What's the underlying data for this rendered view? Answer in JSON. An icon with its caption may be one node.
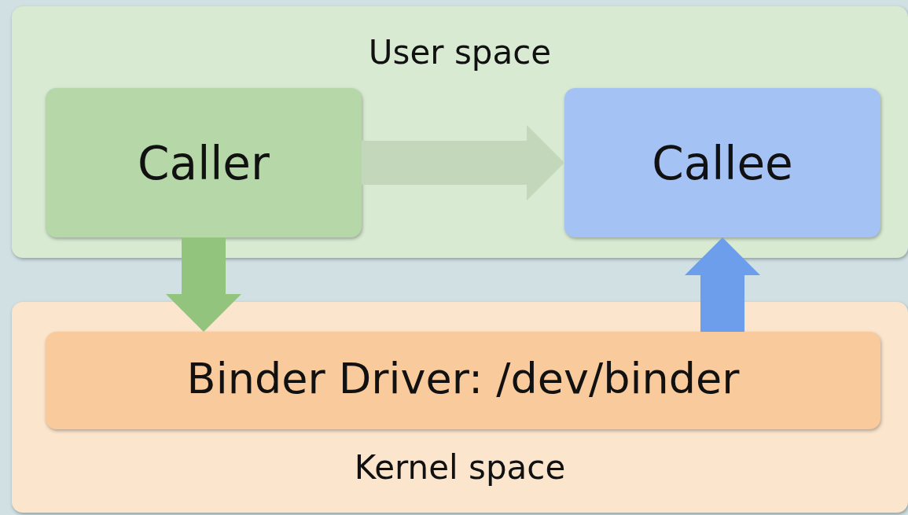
{
  "diagram": {
    "nodes": [
      {
        "text": [
          "User space"
        ]
      },
      {
        "text": [
          "Caller"
        ],
        "in": 0
      },
      {
        "text": [
          "Callee"
        ],
        "in": 0
      },
      {
        "text": [
          "Kernel space"
        ]
      },
      {
        "text": [
          "Binder Driver: /dev/binder"
        ],
        "in": 3
      }
    ],
    "edges": [
      {
        "from": 1,
        "to": 2,
        "arrow": "to",
        "color": "#c3d7bb"
      },
      {
        "from": 1,
        "to": 4,
        "arrow": "to",
        "color": "#93c47d"
      },
      {
        "from": 4,
        "to": 2,
        "arrow": "to",
        "color": "#6d9eeb"
      }
    ]
  }
}
